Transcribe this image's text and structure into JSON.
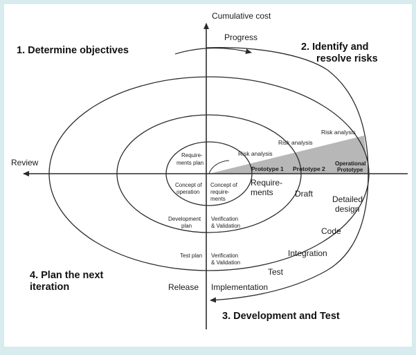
{
  "diagram": {
    "axes": {
      "vertical_label": "Cumulative cost",
      "horizontal_label": "Review"
    },
    "progress_label": "Progress",
    "quadrants": {
      "q1": "1. Determine objectives",
      "q2": [
        "2. Identify and",
        "resolve risks"
      ],
      "q3": "3. Development and Test",
      "q4": [
        "4. Plan the next",
        "iteration"
      ]
    },
    "loop1": {
      "requirements_plan": [
        "Require-",
        "ments plan"
      ],
      "concept_of_operation": [
        "Concept of",
        "operation"
      ],
      "concept_of_requirements": [
        "Concept of",
        "require-",
        "ments"
      ],
      "requirements": [
        "Require-",
        "ments"
      ]
    },
    "loop2": {
      "development_plan": [
        "Development",
        "plan"
      ],
      "verification_validation": [
        "Verification",
        "& Validation"
      ],
      "draft": "Draft"
    },
    "loop3": {
      "test_plan": "Test plan",
      "verification_validation": [
        "Verification",
        "& Validation"
      ],
      "detailed_design": [
        "Detailed",
        "design"
      ],
      "code": "Code",
      "integration": "Integration",
      "test": "Test"
    },
    "outer": {
      "release": "Release",
      "implementation": "Implementation"
    },
    "risk_analysis": [
      "Risk analysis",
      "Risk analysis",
      "Risk analysis"
    ],
    "prototypes": [
      "Prototype 1",
      "Prototype 2",
      [
        "Operational",
        "Prototype"
      ]
    ],
    "colors": {
      "line": "#2a2a2a",
      "shade": "#b7b7b7",
      "background": "#d8ebee"
    }
  }
}
